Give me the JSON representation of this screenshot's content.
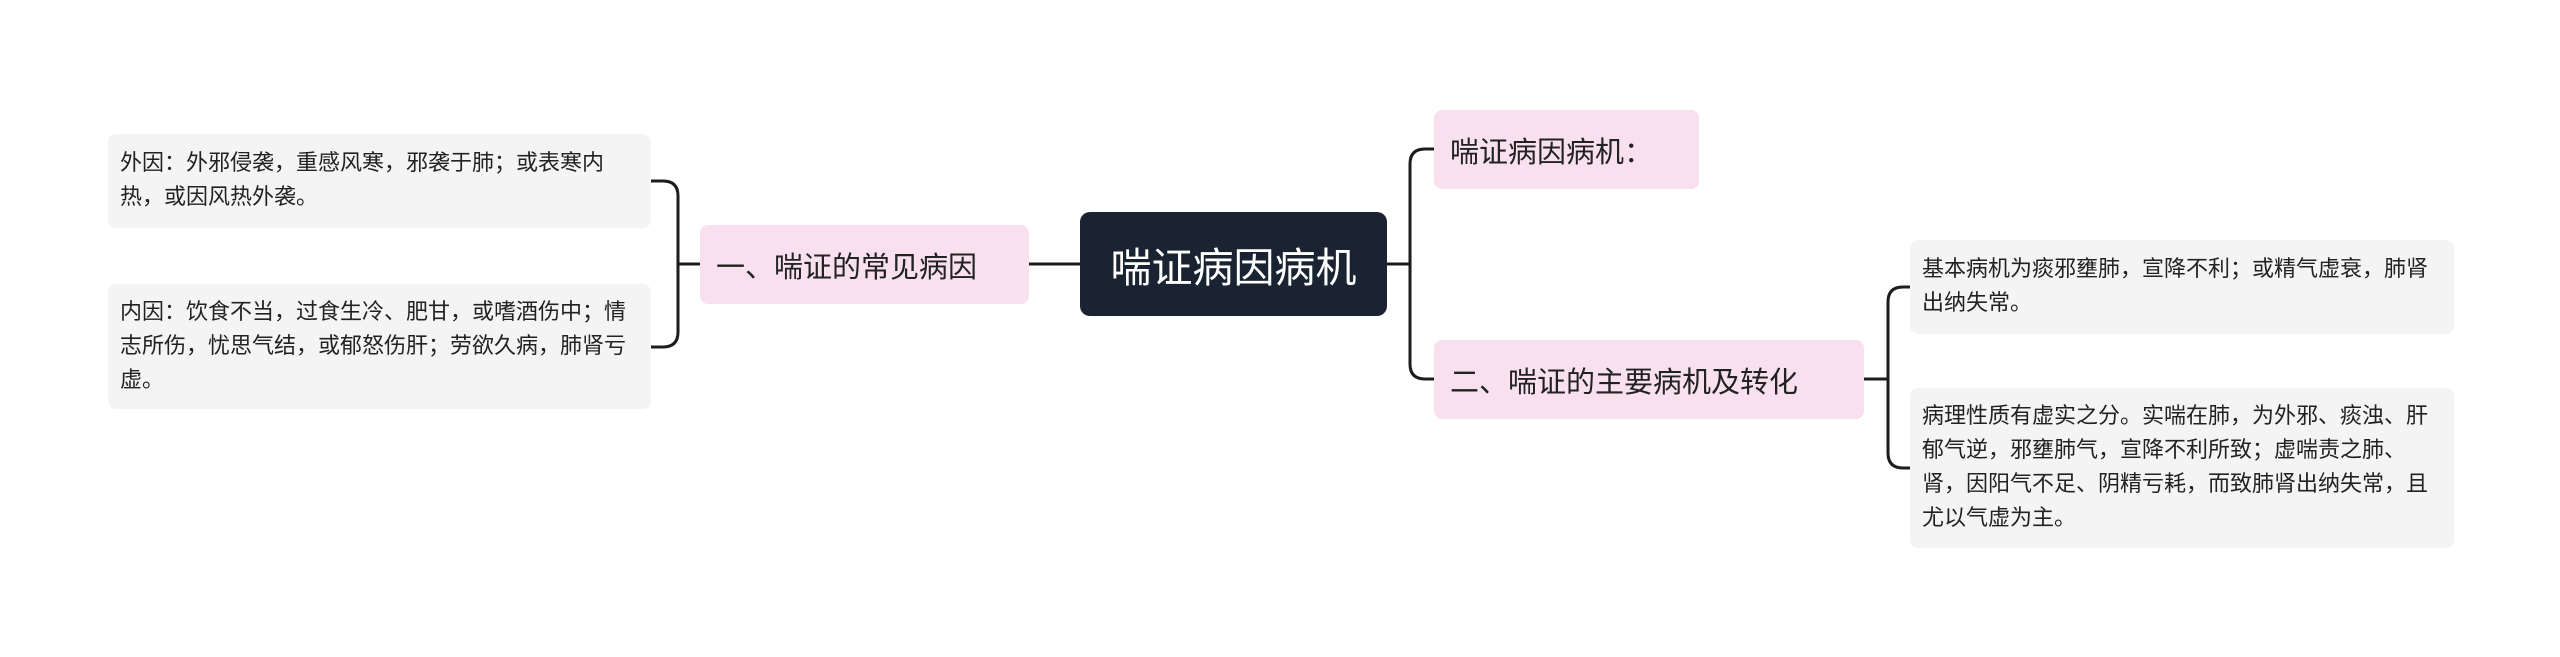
{
  "root": {
    "title": "喘证病因病机"
  },
  "left_branch": {
    "label": "一、喘证的常见病因",
    "children": [
      {
        "text": "外因：外邪侵袭，重感风寒，邪袭于肺；或表寒内热，或因风热外袭。"
      },
      {
        "text": "内因：饮食不当，过食生冷、肥甘，或嗜酒伤中；情志所伤，忧思气结，或郁怒伤肝；劳欲久病，肺肾亏虚。"
      }
    ]
  },
  "right_branches": [
    {
      "label": "喘证病因病机：",
      "children": []
    },
    {
      "label": "二、喘证的主要病机及转化",
      "children": [
        {
          "text": "基本病机为痰邪壅肺，宣降不利；或精气虚衰，肺肾出纳失常。"
        },
        {
          "text": "病理性质有虚实之分。实喘在肺，为外邪、痰浊、肝郁气逆，邪壅肺气，宣降不利所致；虚喘责之肺、肾，因阳气不足、阴精亏耗，而致肺肾出纳失常，且尤以气虚为主。"
        }
      ]
    }
  ],
  "colors": {
    "root_bg": "#192331",
    "root_text": "#ffffff",
    "branch_bg": "#f9e0ef",
    "leaf_bg": "#f4f4f4",
    "connector": "#1c1c1c"
  }
}
